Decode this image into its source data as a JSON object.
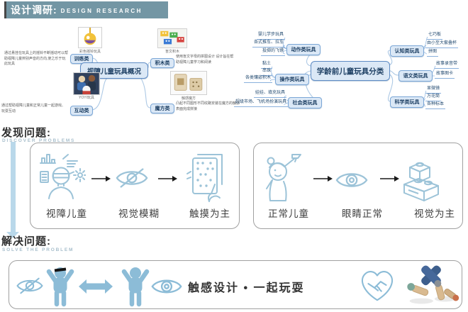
{
  "header": {
    "title_zh": "设计调研:",
    "title_en": "DESIGN RESEARCH"
  },
  "mindmap_left": {
    "center": "视障儿童玩具概况",
    "branches": [
      {
        "label": "训练类",
        "caption": "彩色摇铃玩具",
        "desc": "通过悬挂在玩具上的摇铃不断摇动可以帮助视障儿童辨别声音的方向,使之乐于玩此玩具"
      },
      {
        "label": "互动类",
        "caption": "YOYI玩具",
        "desc": "通过帮助视障儿童和正常儿童一起游戏、玩耍互动"
      },
      {
        "label": "积木类",
        "caption": "盲文积木",
        "desc": "使用盲文字母的拼图设计 设计旨在帮助视障儿童学习和阅读"
      },
      {
        "label": "魔方类",
        "caption": "触感魔方",
        "desc": "凸起不同图形不同纹路安装在魔方的触感表面完成拼接"
      }
    ]
  },
  "mindmap_right": {
    "center": "学龄前儿童玩具分类",
    "groups": [
      {
        "label": "动作类玩具",
        "items": [
          "婴儿学步玩具",
          "各式推车、拉车",
          "投掷的飞镖"
        ]
      },
      {
        "label": "操作类玩具",
        "items": [
          "黏土",
          "串珠",
          "各类镶嵌积木"
        ]
      },
      {
        "label": "社会类玩具",
        "items": [
          "娃娃、填充玩具",
          "超级市场、飞机场扮演玩具"
        ]
      },
      {
        "label": "认知类玩具",
        "items": [
          "七巧板",
          "由小至大套叠杯",
          "拼图"
        ]
      },
      {
        "label": "语文类玩具",
        "items": [
          "故事录音带",
          "故事图卡"
        ]
      },
      {
        "label": "科学类玩具",
        "items": [
          "显微镜",
          "万花筒",
          "各种标本"
        ]
      }
    ]
  },
  "discover": {
    "heading_zh": "发现问题:",
    "heading_en": "DISCOVER PROBLEMS",
    "box1": {
      "steps": [
        {
          "label": "视障儿童"
        },
        {
          "label": "视觉模糊"
        },
        {
          "label": "触摸为主"
        }
      ]
    },
    "box2": {
      "steps": [
        {
          "label": "正常儿童"
        },
        {
          "label": "眼睛正常"
        },
        {
          "label": "视觉为主"
        }
      ]
    }
  },
  "solve": {
    "heading_zh": "解决问题:",
    "heading_en": "SOLVE THE PROBLEM",
    "slogan": "触感设计 • 一起玩耍"
  },
  "icons": {
    "discover_box1": [
      "impaired-child-icon",
      "eye-slash-icon",
      "braille-touch-icon"
    ],
    "discover_box2": [
      "normal-child-icon",
      "eye-icon",
      "lego-blocks-icon"
    ],
    "solve_row": [
      "eye-slash-icon",
      "blindfolded-person-icon",
      "double-arrow-icon",
      "person-icon",
      "eye-icon",
      "handshake-heart-icon",
      "toy-blocks-photo"
    ]
  },
  "colors": {
    "header_bg": "#7396a4",
    "node_fill": "#dbe8f6",
    "node_border": "#7aa6d6",
    "connector": "#adc9e5",
    "icon_blue": "#9cc3d8",
    "solid_icon_blue": "#8cbcd7",
    "arrow_light_blue": "#b9d8ea",
    "box_border": "#a0a0a0"
  }
}
